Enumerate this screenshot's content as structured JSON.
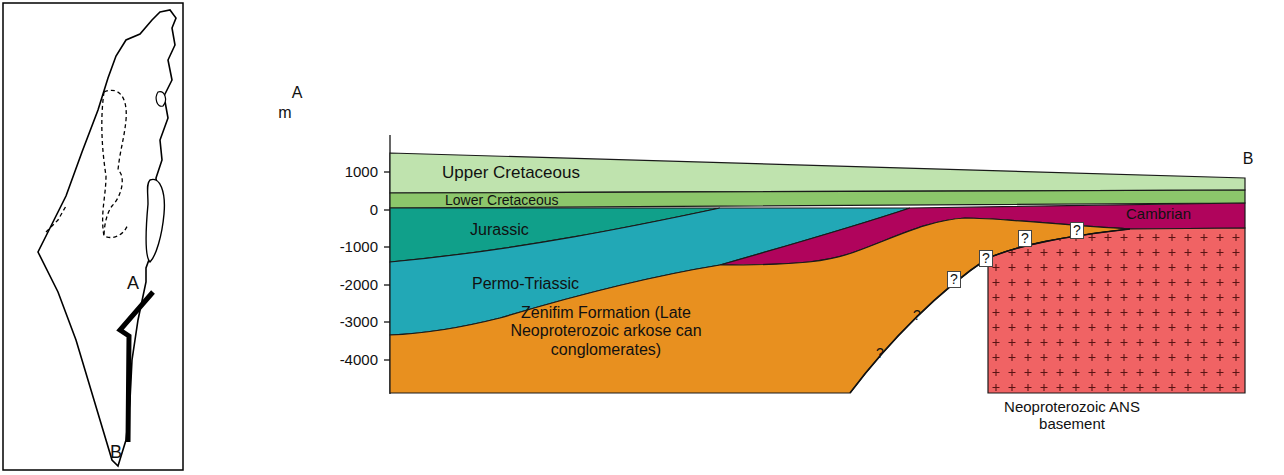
{
  "diagram": {
    "nodes": [
      {
        "text": [
          "Upper Cretaceous"
        ]
      },
      {
        "text": [
          "Lower Cretaceous"
        ]
      },
      {
        "text": [
          "Jurassic"
        ]
      },
      {
        "text": [
          "Permo-Triassic"
        ]
      },
      {
        "text": [
          "Cambrian"
        ]
      },
      {
        "text": [
          "Zenifim Formation (Late Neoproterozoic arkose can conglomerates)"
        ]
      },
      {
        "text": [
          "Neoproterozoic ANS basement"
        ]
      }
    ],
    "labels": [
      "A",
      "B",
      "m",
      "A",
      "B",
      "1000",
      "0",
      "-1000",
      "-2000",
      "-3000",
      "-4000",
      "?",
      "?",
      "?",
      "?",
      "?",
      "?"
    ]
  }
}
